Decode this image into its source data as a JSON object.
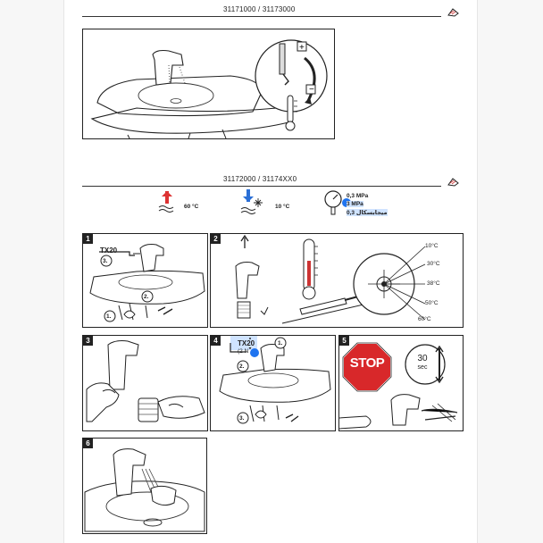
{
  "header_top": "31171000 / 31173000",
  "header_mid": "31172000 / 31174XX0",
  "icons": {
    "hot_temp": "60 °C",
    "cold_temp": "10 °C",
    "pressure_1": "0,3 MPa",
    "pressure_2": "3 MPa",
    "pressure_3": "میجابسکال 0,3"
  },
  "panel1": {
    "number": "1",
    "tool": "TX20",
    "step3": "3.",
    "step2": "2.",
    "step1": "1."
  },
  "panel2": {
    "number": "2",
    "temps": [
      "10°C",
      "30°C",
      "38°C",
      "50°C",
      "60°C"
    ]
  },
  "panel3": {
    "number": "3"
  },
  "panel4": {
    "number": "4",
    "tool": "TX20",
    "tool_sub": "(2 N",
    "step1": "1.",
    "step2": "2.",
    "step3": "3."
  },
  "panel5": {
    "number": "5",
    "stop": "STOP",
    "sec_value": "30",
    "sec_unit": "sec"
  },
  "panel6": {
    "number": "6"
  },
  "colors": {
    "accent": "#1f74f0",
    "stop_red": "#d8282a",
    "line": "#222222"
  }
}
